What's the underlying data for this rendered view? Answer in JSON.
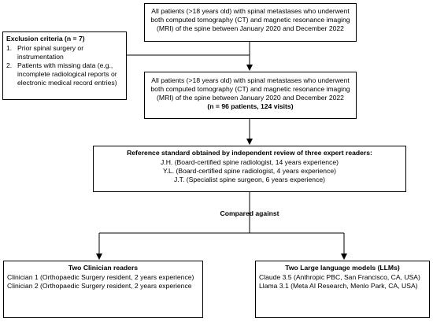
{
  "top_box": {
    "text": "All patients (>18 years old) with spinal metastases who underwent both computed tomography (CT) and magnetic resonance imaging (MRI) of the spine between January 2020 and December 2022"
  },
  "exclusion_box": {
    "title": "Exclusion criteria (n = 7)",
    "items": [
      {
        "num": "1.",
        "text": "Prior spinal surgery or instrumentation"
      },
      {
        "num": "2.",
        "text": "Patients with missing data (e.g., incomplete radiological reports or electronic medical record entries)"
      }
    ]
  },
  "included_box": {
    "text": "All patients (>18 years old) with spinal metastases who underwent both computed tomography (CT) and magnetic resonance imaging (MRI) of the spine between January 2020 and December 2022",
    "count": "(n = 96 patients, 124 visits)"
  },
  "reference_box": {
    "title": "Reference standard obtained by independent review of three expert readers:",
    "readers": [
      "J.H. (Board-certified spine radiologist, 14 years experience)",
      "Y.L. (Board-certified spine radiologist, 4 years experience)",
      "J.T. (Specialist spine surgeon, 6 years experience)"
    ]
  },
  "compared_label": "Compared against",
  "clinician_box": {
    "title": "Two Clinician readers",
    "items": [
      "Clinician 1 (Orthopaedic Surgery resident, 2 years experience)",
      "Clinician 2 (Orthopaedic Surgery resident, 2 years experience"
    ]
  },
  "llm_box": {
    "title": "Two Large language models (LLMs)",
    "items": [
      "Claude 3.5  (Anthropic PBC, San Francisco, CA, USA)",
      "Llama 3.1 (Meta AI Research, Menlo Park, CA, USA)"
    ]
  }
}
